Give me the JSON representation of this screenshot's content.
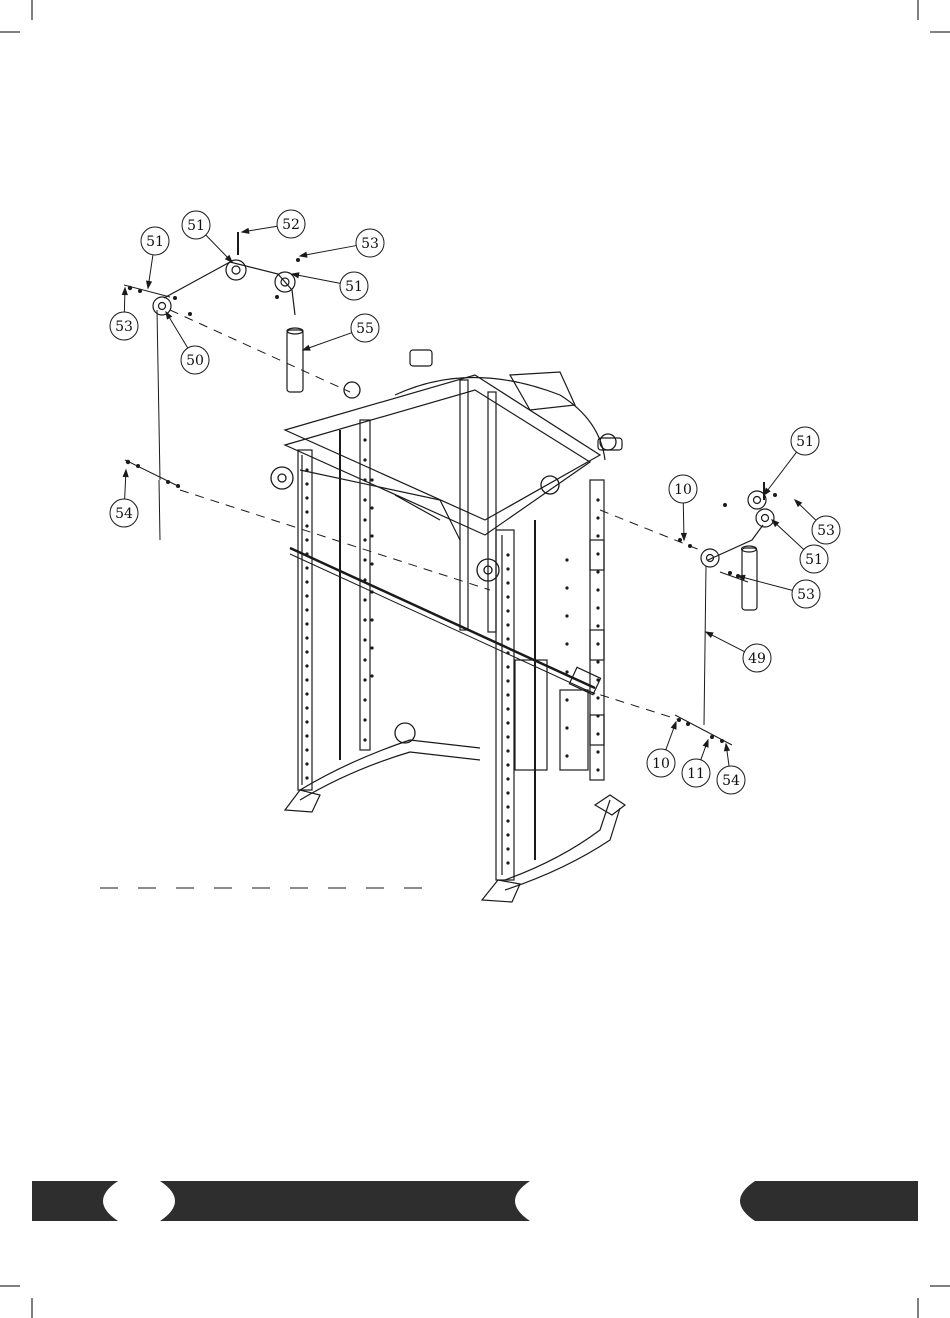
{
  "diagram": {
    "callouts": [
      {
        "id": "c51a",
        "label": "51"
      },
      {
        "id": "c52",
        "label": "52"
      },
      {
        "id": "c53a",
        "label": "53"
      },
      {
        "id": "c51b",
        "label": "51"
      },
      {
        "id": "c51c",
        "label": "51"
      },
      {
        "id": "c53b",
        "label": "53"
      },
      {
        "id": "c55",
        "label": "55"
      },
      {
        "id": "c50",
        "label": "50"
      },
      {
        "id": "c54a",
        "label": "54"
      },
      {
        "id": "c51d",
        "label": "51"
      },
      {
        "id": "c10a",
        "label": "10"
      },
      {
        "id": "c53c",
        "label": "53"
      },
      {
        "id": "c51e",
        "label": "51"
      },
      {
        "id": "c53d",
        "label": "53"
      },
      {
        "id": "c49",
        "label": "49"
      },
      {
        "id": "c10b",
        "label": "10"
      },
      {
        "id": "c11",
        "label": "11"
      },
      {
        "id": "c54b",
        "label": "54"
      }
    ]
  },
  "colors": {
    "line": "#1a1a1a",
    "footer_bar": "#2e2e2e",
    "footer_tab": "#ffffff"
  }
}
